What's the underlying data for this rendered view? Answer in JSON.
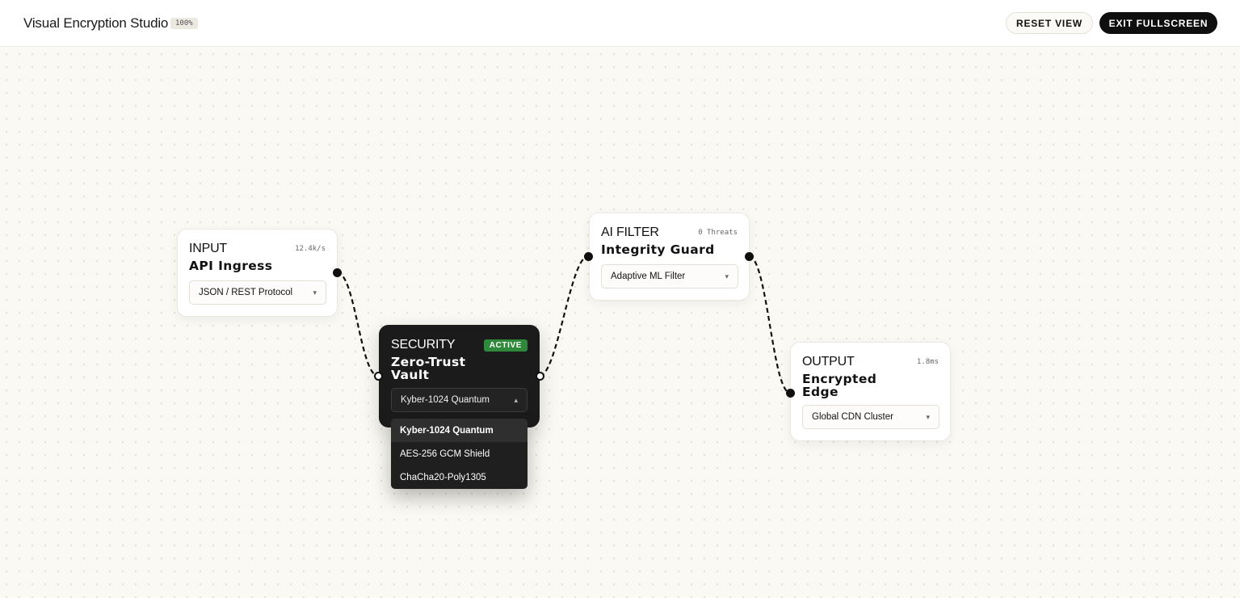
{
  "header": {
    "title": "Visual Encryption Studio",
    "zoom": "100%",
    "reset_label": "RESET VIEW",
    "exit_label": "EXIT FULLSCREEN"
  },
  "nodes": {
    "input": {
      "kind": "INPUT",
      "metric": "12.4k/s",
      "name": "API Ingress",
      "selected": "JSON / REST Protocol"
    },
    "security": {
      "kind": "SECURITY",
      "badge": "ACTIVE",
      "name_line1": "Zero-Trust",
      "name_line2": "Vault",
      "selected": "Kyber-1024 Quantum"
    },
    "ai_filter": {
      "kind": "AI FILTER",
      "metric": "0 Threats",
      "name": "Integrity Guard",
      "selected": "Adaptive ML Filter"
    },
    "output": {
      "kind": "OUTPUT",
      "metric": "1.8ms",
      "name_line1": "Encrypted",
      "name_line2": "Edge",
      "selected": "Global CDN Cluster"
    }
  },
  "security_menu": {
    "options": [
      "Kyber-1024 Quantum",
      "AES-256 GCM Shield",
      "ChaCha20-Poly1305"
    ],
    "selected_index": 0
  },
  "colors": {
    "canvas_bg": "#fbf9f4",
    "dark_node": "#1b1b1b",
    "active_badge": "#2e8a3a",
    "wire": "#111111"
  },
  "icons": {
    "select_chevron": "chevron-down-icon"
  }
}
